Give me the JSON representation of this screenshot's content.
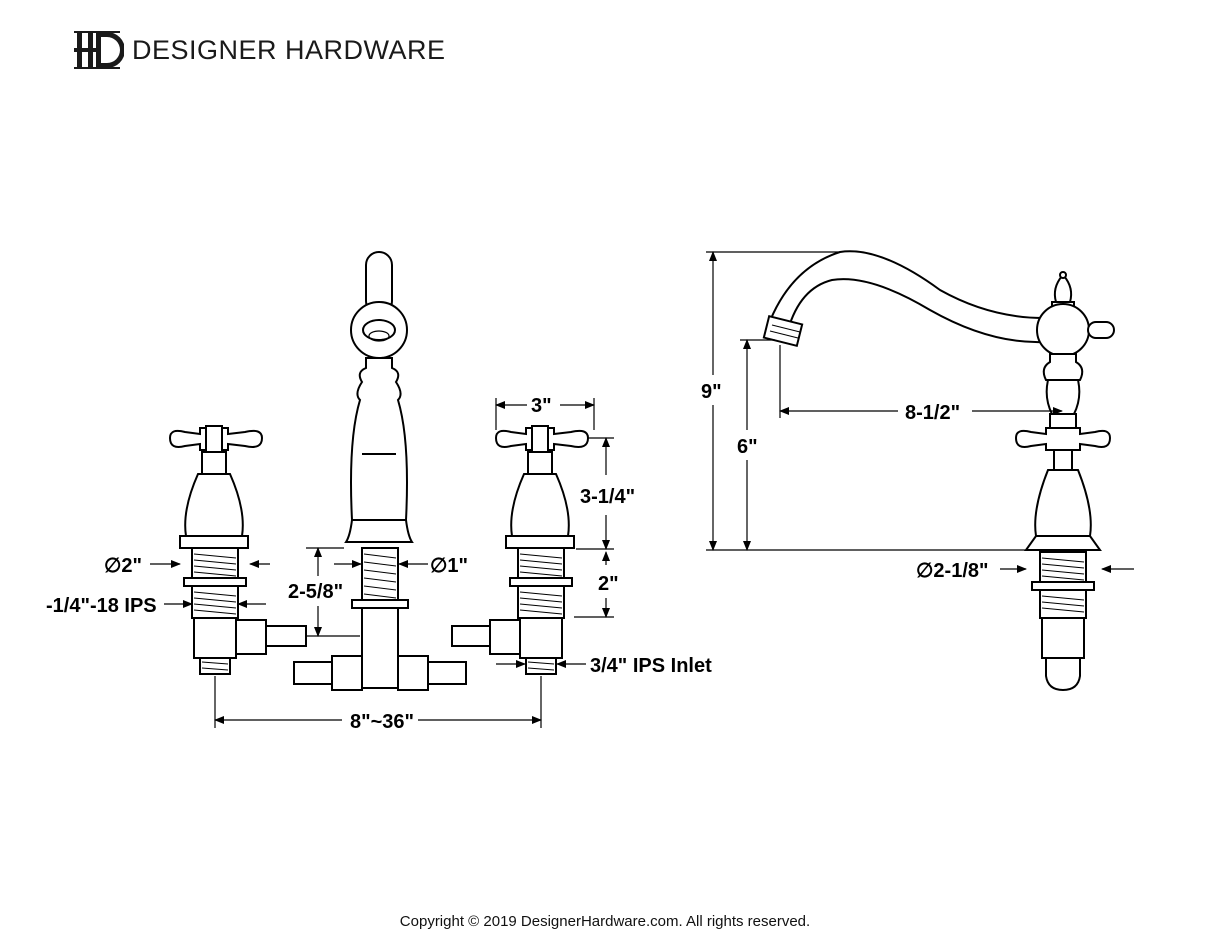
{
  "brand": {
    "name": "DESIGNER HARDWARE"
  },
  "dimensions": {
    "handle_spacing": "3\"",
    "handle_height": "3-1/4\"",
    "shank_length": "2\"",
    "handle_base_dia": "∅2\"",
    "spout_shank_dia": "∅1\"",
    "spout_shank_length": "2-5/8\"",
    "valve_thread": "-1/4\"-18 IPS",
    "inlet": "3/4\" IPS Inlet",
    "spread": "8\"~36\"",
    "overall_height": "9\"",
    "spout_clearance": "6\"",
    "spout_reach": "8-1/2\"",
    "base_dia": "∅2-1/8\""
  },
  "footer": {
    "copyright": "Copyright © 2019 DesignerHardware.com. All rights reserved."
  }
}
